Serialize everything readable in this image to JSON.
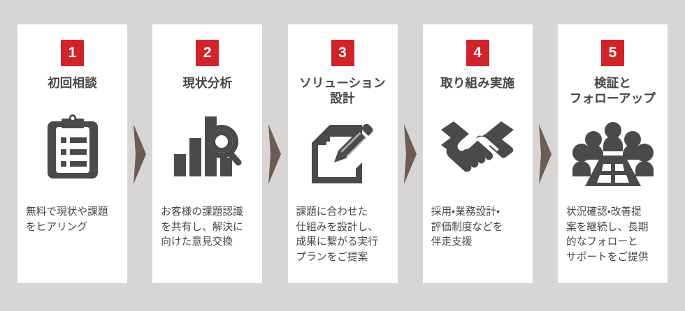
{
  "background_color": "#d8d6d4",
  "card_background": "#ffffff",
  "badge_color": "#d1232a",
  "text_color": "#4b4440",
  "icon_color": "#4a4a4a",
  "arrow_color": "#6b5d54",
  "steps": [
    {
      "number": "1",
      "title": "初回相談",
      "icon": "clipboard-icon",
      "description": "無料で現状や課題\nをヒアリング"
    },
    {
      "number": "2",
      "title": "現状分析",
      "icon": "bar-chart-magnifier-icon",
      "description": "お客様の課題認識\nを共有し、解決に\n向けた意見交換"
    },
    {
      "number": "3",
      "title": "ソリューション\n設計",
      "icon": "document-pencil-icon",
      "description": "課題に合わせた\n仕組みを設計し、\n成果に繋がる実行\nプランをご提案"
    },
    {
      "number": "4",
      "title": "取り組み実施",
      "icon": "handshake-icon",
      "description": "採用・業務設計・\n評価制度などを\n伴走支援"
    },
    {
      "number": "5",
      "title": "検証と\nフォローアップ",
      "icon": "meeting-table-icon",
      "description": "状況確認・改善提\n案を継続し、長期\n的なフォローと\nサポートをご提供"
    }
  ],
  "arrows": [
    {
      "name": "arrow-1-to-2"
    },
    {
      "name": "arrow-2-to-3"
    },
    {
      "name": "arrow-3-to-4"
    },
    {
      "name": "arrow-4-to-5"
    }
  ]
}
